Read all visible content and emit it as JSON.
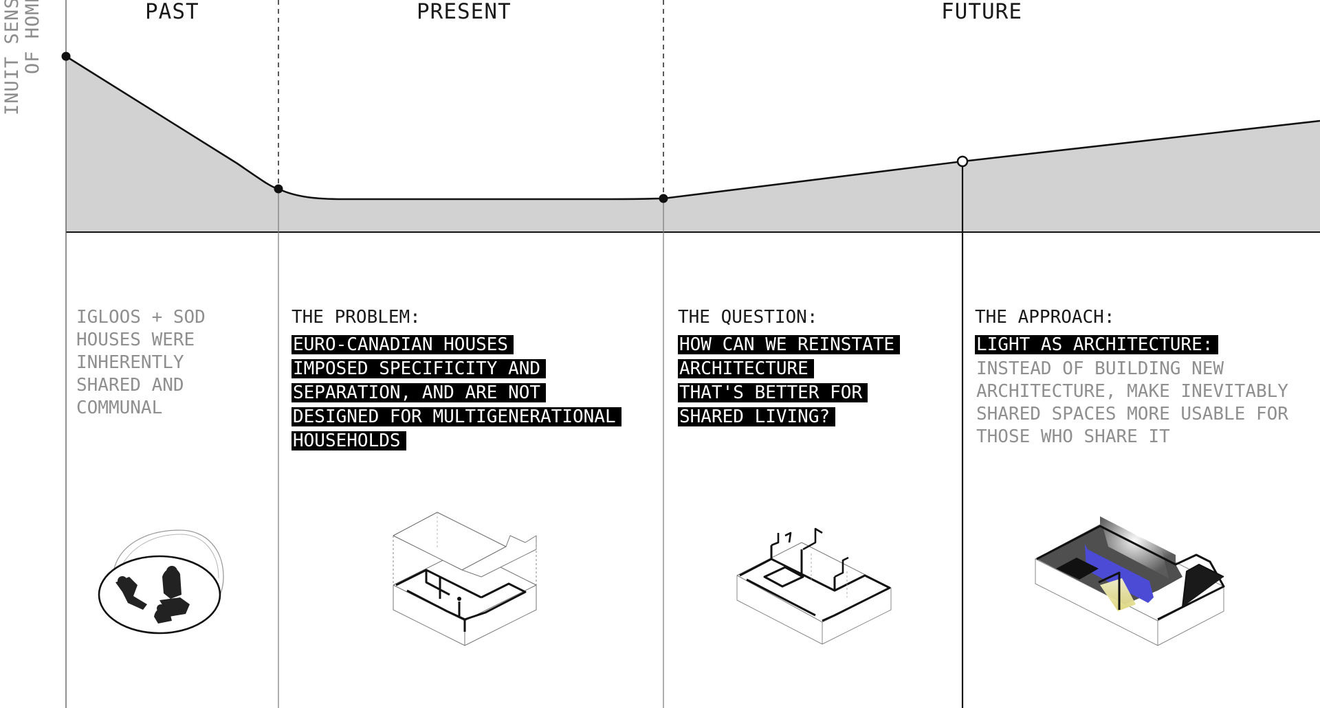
{
  "y_axis": {
    "label_lines": [
      "INUIT SENSE",
      "OF HOME"
    ]
  },
  "eras": [
    "PAST",
    "PRESENT",
    "FUTURE"
  ],
  "chart_data": {
    "type": "area",
    "y_label": "INUIT SENSE OF HOME",
    "key_points": [
      {
        "era": "PAST",
        "kind": "start",
        "level": 0.86
      },
      {
        "era": "PAST/PRESENT",
        "kind": "boundary",
        "level": 0.22
      },
      {
        "era": "PRESENT/FUTURE",
        "kind": "boundary",
        "level": 0.17
      },
      {
        "era": "FUTURE",
        "kind": "approach",
        "level": 0.37
      },
      {
        "era": "FUTURE",
        "kind": "end",
        "level": 0.57
      }
    ]
  },
  "columns": {
    "past": {
      "lines": [
        "IGLOOS + SOD",
        "HOUSES WERE",
        "INHERENTLY",
        "SHARED AND",
        "COMMUNAL"
      ]
    },
    "present": {
      "heading": "THE PROBLEM:",
      "lines": [
        "EURO-CANADIAN HOUSES",
        "IMPOSED SPECIFICITY AND",
        "SEPARATION, AND ARE NOT",
        "DESIGNED FOR MULTIGENERATIONAL",
        "HOUSEHOLDS"
      ]
    },
    "question": {
      "heading": "THE QUESTION:",
      "lines": [
        "HOW CAN WE REINSTATE",
        "ARCHITECTURE",
        "THAT'S BETTER FOR",
        "SHARED LIVING?"
      ]
    },
    "approach": {
      "heading": "THE APPROACH:",
      "highlight": "LIGHT AS ARCHITECTURE:",
      "lines": [
        "INSTEAD OF BUILDING NEW",
        "ARCHITECTURE, MAKE INEVITABLY",
        "SHARED SPACES MORE USABLE FOR",
        "THOSE WHO SHARE IT"
      ]
    }
  },
  "colors": {
    "area_fill": "#d2d2d2",
    "line": "#111111",
    "grey_text": "#8f8f8f",
    "light_blue": "#4b4bd6",
    "light_yellow": "#e9e39a"
  },
  "icons": [
    "igloo-icon",
    "euro-canadian-house-icon",
    "shared-living-plan-icon",
    "light-architecture-icon"
  ]
}
